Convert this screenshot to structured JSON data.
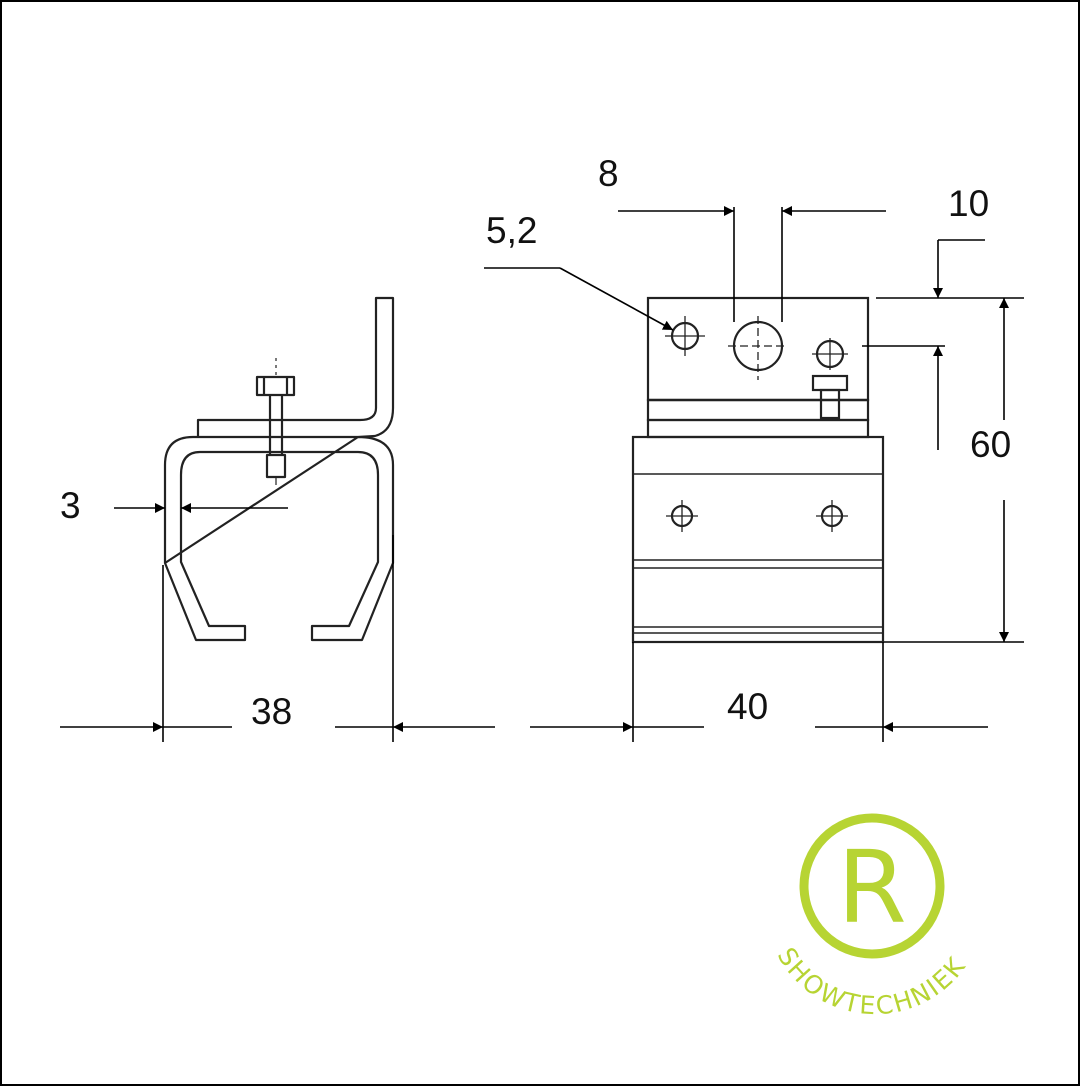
{
  "drawing": {
    "dim_width_profile": "38",
    "dim_width_block": "40",
    "dim_height": "60",
    "dim_wall": "3",
    "dim_hole": "5,2",
    "dim_slot": "8",
    "dim_offset": "10"
  },
  "logo": {
    "letter": "R",
    "text": "SHOWTECHNIEK",
    "color": "#b7d433"
  }
}
